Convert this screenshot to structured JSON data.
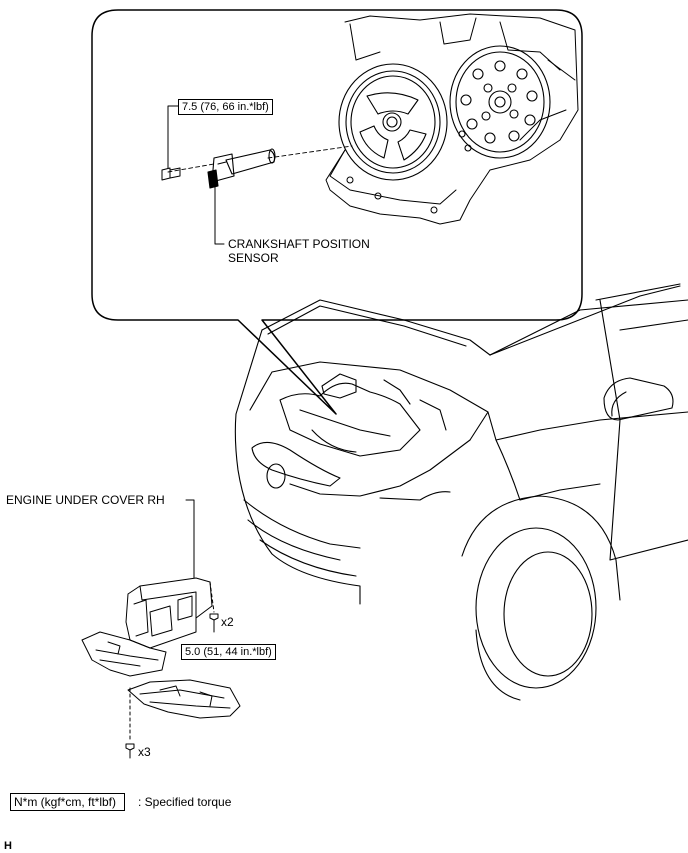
{
  "labels": {
    "sensor_torque": "7.5 (76, 66 in.*lbf)",
    "sensor_name_line1": "CRANKSHAFT POSITION",
    "sensor_name_line2": "SENSOR",
    "engine_cover": "ENGINE UNDER COVER RH",
    "cover_torque": "5.0 (51, 44 in.*lbf)",
    "qty_x2": "x2",
    "qty_x3": "x3"
  },
  "legend": {
    "unit_box": "N*m (kgf*cm, ft*lbf)",
    "description": ": Specified torque"
  },
  "corner_mark": "H"
}
